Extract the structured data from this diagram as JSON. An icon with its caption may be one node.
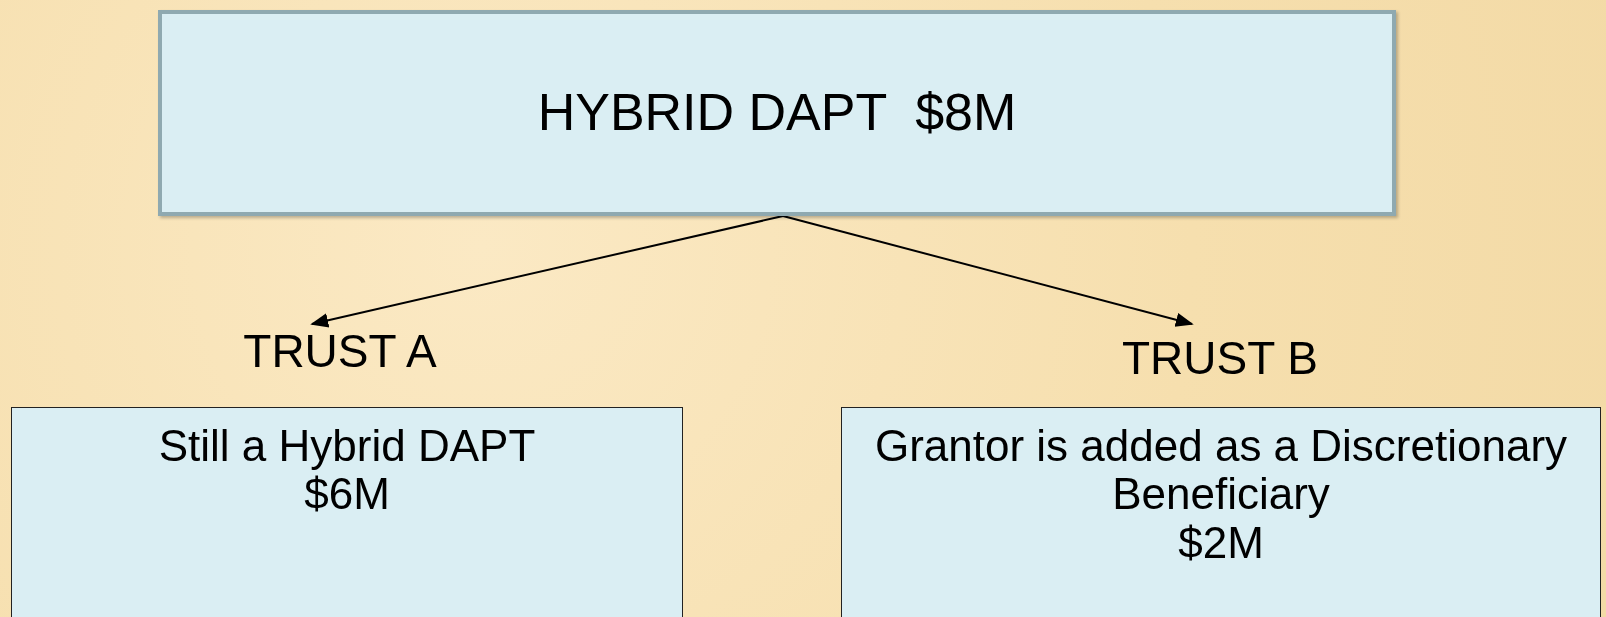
{
  "diagram": {
    "nodes": [
      {
        "text": [
          "HYBRID DAPT  $8M"
        ]
      },
      {
        "text": [
          "TRUST A"
        ]
      },
      {
        "text": [
          "TRUST B"
        ]
      },
      {
        "text": [
          "Still a Hybrid DAPT",
          "$6M"
        ]
      },
      {
        "text": [
          "Grantor is added as a Discretionary Beneficiary",
          "$2M"
        ]
      }
    ],
    "edges": [
      {
        "from": 0,
        "to": 1,
        "arrow": "to"
      },
      {
        "from": 0,
        "to": 2,
        "arrow": "to"
      }
    ]
  }
}
